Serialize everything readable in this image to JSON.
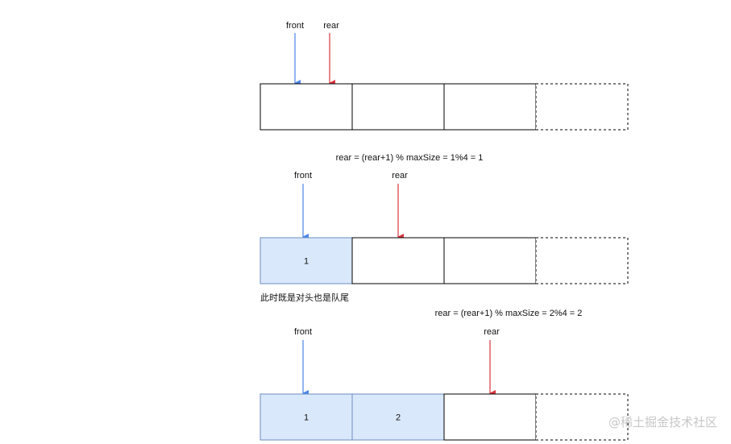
{
  "labels": {
    "front": "front",
    "rear": "rear"
  },
  "colors": {
    "front_arrow": "#4a86e8",
    "rear_arrow": "#d9363e",
    "filled_cell": "#dae8fc",
    "filled_cell_border": "#6c8ebf",
    "cell_border": "#000000"
  },
  "diagrams": [
    {
      "formula": "",
      "cells": [
        {
          "value": "",
          "filled": false,
          "dashed": false
        },
        {
          "value": "",
          "filled": false,
          "dashed": false
        },
        {
          "value": "",
          "filled": false,
          "dashed": false
        },
        {
          "value": "",
          "filled": false,
          "dashed": true
        }
      ],
      "front_index": 0,
      "rear_index": 0
    },
    {
      "formula": "rear = (rear+1) % maxSize = 1%4 = 1",
      "cells": [
        {
          "value": "1",
          "filled": true,
          "dashed": false
        },
        {
          "value": "",
          "filled": false,
          "dashed": false
        },
        {
          "value": "",
          "filled": false,
          "dashed": false
        },
        {
          "value": "",
          "filled": false,
          "dashed": true
        }
      ],
      "front_index": 0,
      "rear_index": 1
    },
    {
      "formula": "rear = (rear+1) % maxSize = 2%4 = 2",
      "cells": [
        {
          "value": "1",
          "filled": true,
          "dashed": false
        },
        {
          "value": "2",
          "filled": true,
          "dashed": false
        },
        {
          "value": "",
          "filled": false,
          "dashed": false
        },
        {
          "value": "",
          "filled": false,
          "dashed": true
        }
      ],
      "front_index": 0,
      "rear_index": 2
    }
  ],
  "note": "此时既是对头也是队尾",
  "watermark": "@稀土掘金技术社区"
}
